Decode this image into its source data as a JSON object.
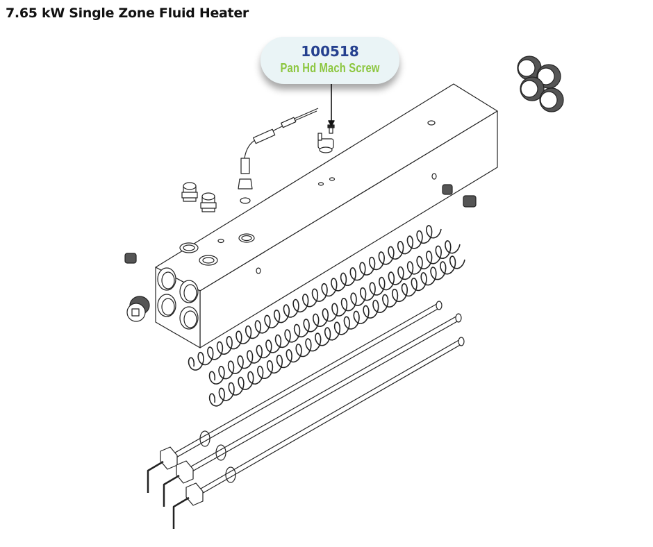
{
  "title": "7.65 kW Single Zone Fluid Heater",
  "callout": {
    "part_number": "100518",
    "part_name": "Pan Hd Mach Screw",
    "number_color": "#25408f",
    "name_color": "#8cc63f"
  }
}
